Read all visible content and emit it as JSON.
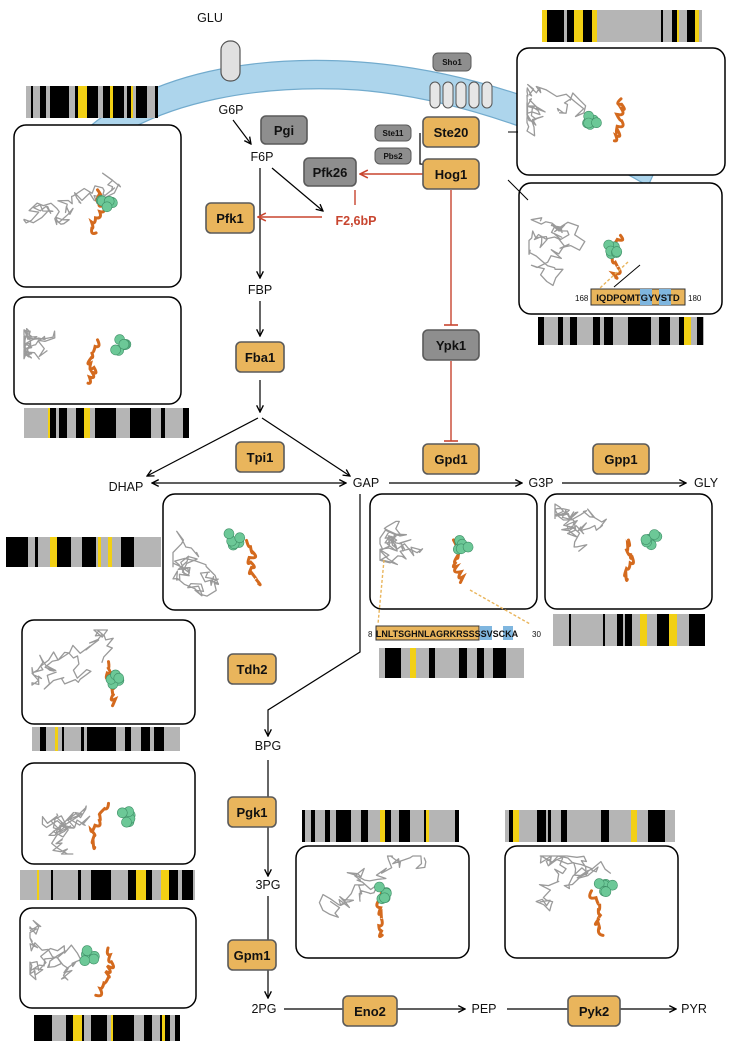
{
  "metabolites": {
    "glu": "GLU",
    "g6p": "G6P",
    "f6p": "F6P",
    "f26bp": "F2,6bP",
    "fbp": "FBP",
    "dhap": "DHAP",
    "gap": "GAP",
    "g3p": "G3P",
    "gly": "GLY",
    "bpg": "BPG",
    "pg3": "3PG",
    "pg2": "2PG",
    "pep": "PEP",
    "pyr": "PYR"
  },
  "enzymes": {
    "pgi": "Pgi",
    "pfk26": "Pfk26",
    "pfk1": "Pfk1",
    "fba1": "Fba1",
    "tpi1": "Tpi1",
    "tdh2": "Tdh2",
    "pgk1": "Pgk1",
    "gpm1": "Gpm1",
    "eno2": "Eno2",
    "pyk2": "Pyk2",
    "ste20": "Ste20",
    "hog1": "Hog1",
    "ypk1": "Ypk1",
    "gpd1": "Gpd1",
    "gpp1": "Gpp1",
    "sho1": "Sho1",
    "ste11": "Ste11",
    "pbs2": "Pbs2"
  },
  "sequences": {
    "hog1": {
      "start": "168",
      "text": "IQDPQMTGYVSTD",
      "end": "180"
    },
    "gpd1": {
      "start": "8",
      "text": "LNLTSGHNLAGRKRSSSSVSCKA",
      "end": "30"
    }
  },
  "colors": {
    "metabolic_enzyme": "#E9B55C",
    "signaling_protein": "#8E8E8E",
    "regulation": "#C8452F",
    "membrane_channel": "#A9D3EC",
    "ligand": "#6CC897",
    "highlight": "#D46A1E",
    "bar_mark": "#F2D014"
  }
}
